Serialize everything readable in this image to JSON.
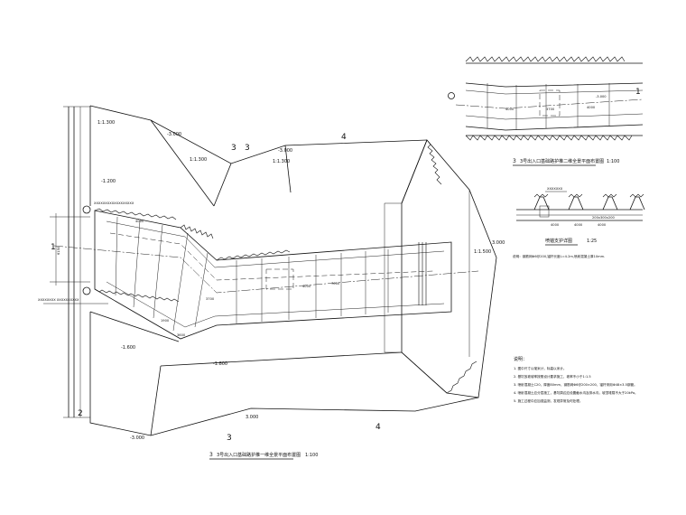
{
  "plan1": {
    "title": "3号出入口基础路护推一维全景平面布置图",
    "title_num": "3",
    "scale": "1:100",
    "section_marks": {
      "a": "3",
      "b": "4",
      "c": "3",
      "d": "4",
      "left": "1",
      "low": "2"
    },
    "labels": {
      "slope_a": "1:1.300",
      "slope_b": "1:1.300",
      "slope_c": "1:1.300",
      "slope_d": "1:1.500",
      "elev_a": "-3.000",
      "elev_b": "-1.200",
      "elev_c": "-1.600",
      "elev_d": "-1.800",
      "elev_e": "3.000",
      "elev_f": "-3.000",
      "elev_g": "-3.000",
      "dim_a": "4000",
      "dim_b": "3700",
      "dim_c": "4000",
      "dim_d": "1900",
      "dim_e": "3600",
      "dim_f": "7000",
      "vert_dim": "6150",
      "side_note": "3.000",
      "callout_top": "XXXXXXXXXXXXXXXXXX",
      "callout_bot": "XXXXXXXX XXXXXXXXXX"
    }
  },
  "plan2": {
    "title": "3号出入口基础路护推二维全景平面布置图",
    "title_num": "3",
    "scale": "1:100",
    "mark": "1",
    "labels": {
      "dim_a": "4000",
      "dim_b": "3700",
      "dim_c": "4000",
      "elev": "-3.000"
    }
  },
  "detail": {
    "title": "喷锚支护详图",
    "scale": "1:25",
    "callout": "XXXXXXX",
    "note": "说明：钢筋网Φ6@200,锚杆长度L=4.2m,喷射混凝土厚10mm.",
    "dims": [
      "4000",
      "4000",
      "4000",
      "200x300x200"
    ]
  },
  "notes": {
    "heading": "说明：",
    "items": [
      "1. 图中尺寸以毫米计，标高以米计。",
      "2. 基坑放坡坡率按照设计要求施工，坡率不小于1:1.5",
      "3. 喷射混凝土C20，厚度80mm，钢筋网Φ6@200×200，锚杆采用Φ48×3.5钢管。",
      "4. 喷射混凝土应分层施工，基坑周边应设置截水沟及排水沟，坡顶堆载不大于20kPa。",
      "5. 施工过程中应加强监测，发现异常及时处理。"
    ]
  }
}
